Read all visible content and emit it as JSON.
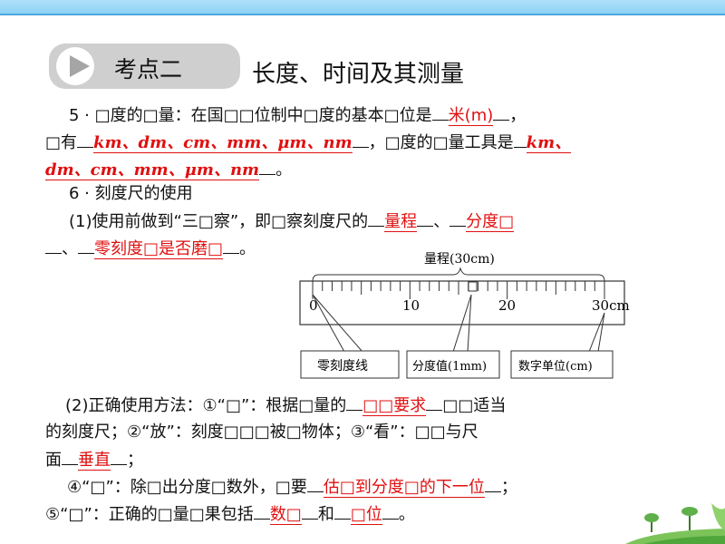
{
  "header": {
    "section_badge": "考点二",
    "title": "长度、时间及其测量"
  },
  "q5": {
    "l1_pre": "5 · □度的□量：在国□□位制中□度的基本□位是",
    "a1": "米(m)",
    "l1_post": "，",
    "l2_pre": "□有",
    "a2": "km、dm、cm、mm、μm、nm",
    "l2_mid": "，□度的□量工具是",
    "a3a": "km、",
    "a3b": "dm、cm、mm、μm、nm",
    "l3_post": "。"
  },
  "q6": {
    "heading": "6 · 刻度尺的使用",
    "p1_pre": "(1)使用前做到“三□察”，即□察刻度尺的",
    "p1_a1": "量程",
    "sep": "、",
    "p1_a2": "分度□",
    "p1_a3": "零刻度□是否磨□",
    "end": "。",
    "p2_l1_pre": "(2)正确使用方法：①“□”：根据□量的",
    "p2_a1": "□□要求",
    "p2_l1_post": "□□适当",
    "p2_l2": "的刻度尺；②“放”：刻度□□□被□物体；③“看”：□□与尺",
    "p2_l3_pre": "面",
    "p2_a2": "垂直",
    "p2_l3_post": "；",
    "p2_l4_pre": "④“□”：除□出分度□数外，□要",
    "p2_a3": "估□到分度□的下一位",
    "p2_l4_post": "；",
    "p2_l5_pre": "⑤“□”：正确的□量□果包括",
    "p2_a4": "数□",
    "p2_and": "和",
    "p2_a5": "□位"
  },
  "figure": {
    "range_label": "量程(30cm)",
    "ticks": [
      "0",
      "10",
      "20",
      "30cm"
    ],
    "callouts": [
      "零刻度线",
      "分度值(1mm)",
      "数字单位(cm)"
    ]
  },
  "colors": {
    "answer": "#e01010",
    "badge": "#cfcfcf",
    "topbar": "#8ed2f5"
  }
}
